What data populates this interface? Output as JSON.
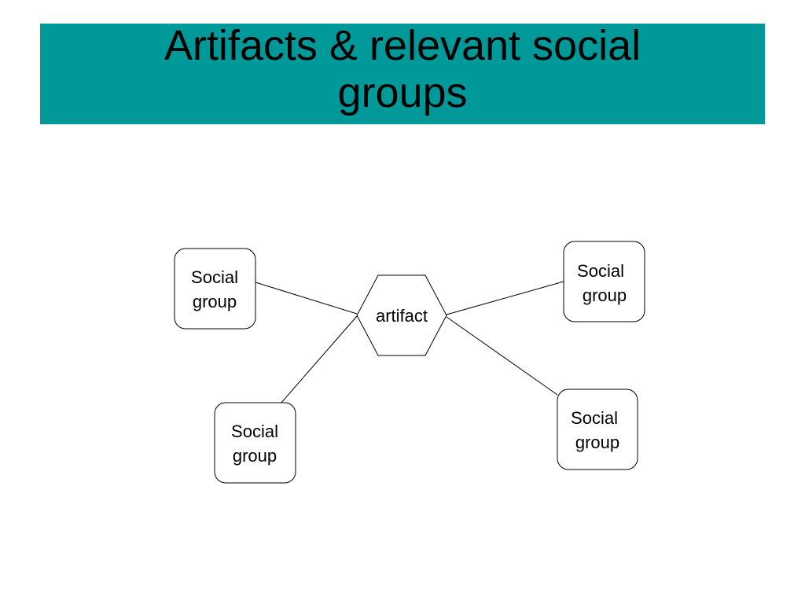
{
  "slide": {
    "title": "Artifacts & relevant social\ngroups",
    "title_bar_color": "#009999"
  },
  "diagram": {
    "center": {
      "label": "artifact"
    },
    "nodes": [
      {
        "id": "top-left",
        "line1": "Social",
        "line2": "group"
      },
      {
        "id": "top-right",
        "line1": "Social",
        "line2": "group"
      },
      {
        "id": "bottom-left",
        "line1": "Social",
        "line2": "group"
      },
      {
        "id": "bottom-right",
        "line1": "Social",
        "line2": "group"
      }
    ]
  }
}
